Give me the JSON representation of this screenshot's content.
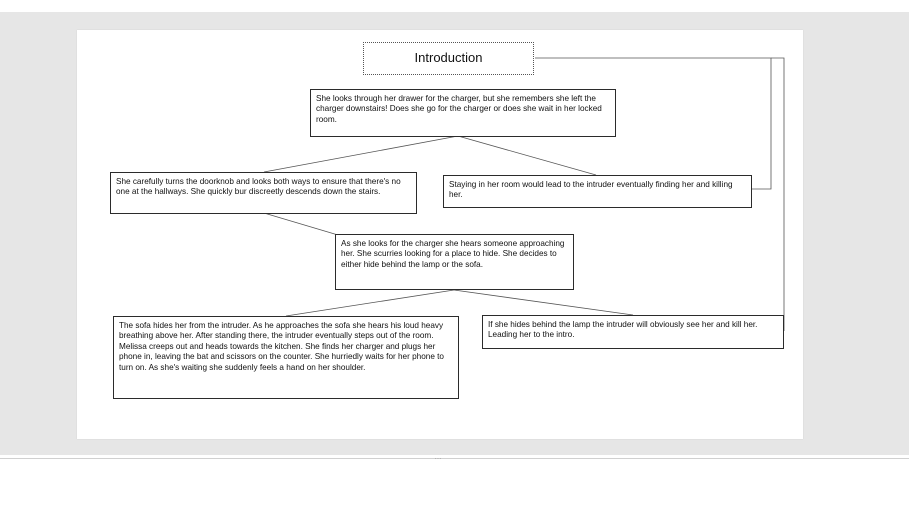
{
  "diagram": {
    "title": "Introduction",
    "nodes": {
      "drawer": "She looks through her drawer for the charger, but she remembers she left the charger downstairs! Does she go for the charger or does she wait in her locked room.",
      "doorknob": "She carefully turns the doorknob and looks both ways to ensure that there's no one at the hallways. She quickly bur discreetly descends down the stairs.",
      "stay": "Staying in her room would lead to the intruder eventually finding her and killing her.",
      "hears": "As she looks for the charger she hears someone approaching her. She scurries looking for a place to hide. She decides to either hide behind the lamp or the sofa.",
      "sofa": "The sofa hides her from the intruder. As he approaches the sofa she hears his loud heavy breathing above her. After standing there, the intruder eventually steps out of the room. Melissa creeps out and heads towards the kitchen. She finds her charger and plugs her phone in, leaving the bat and scissors on the counter. She hurriedly waits for her phone to turn on. As she's waiting she suddenly feels a hand on her shoulder.",
      "lamp": "If she hides behind the lamp the intruder will obviously see her and kill her. Leading her to the intro."
    }
  }
}
